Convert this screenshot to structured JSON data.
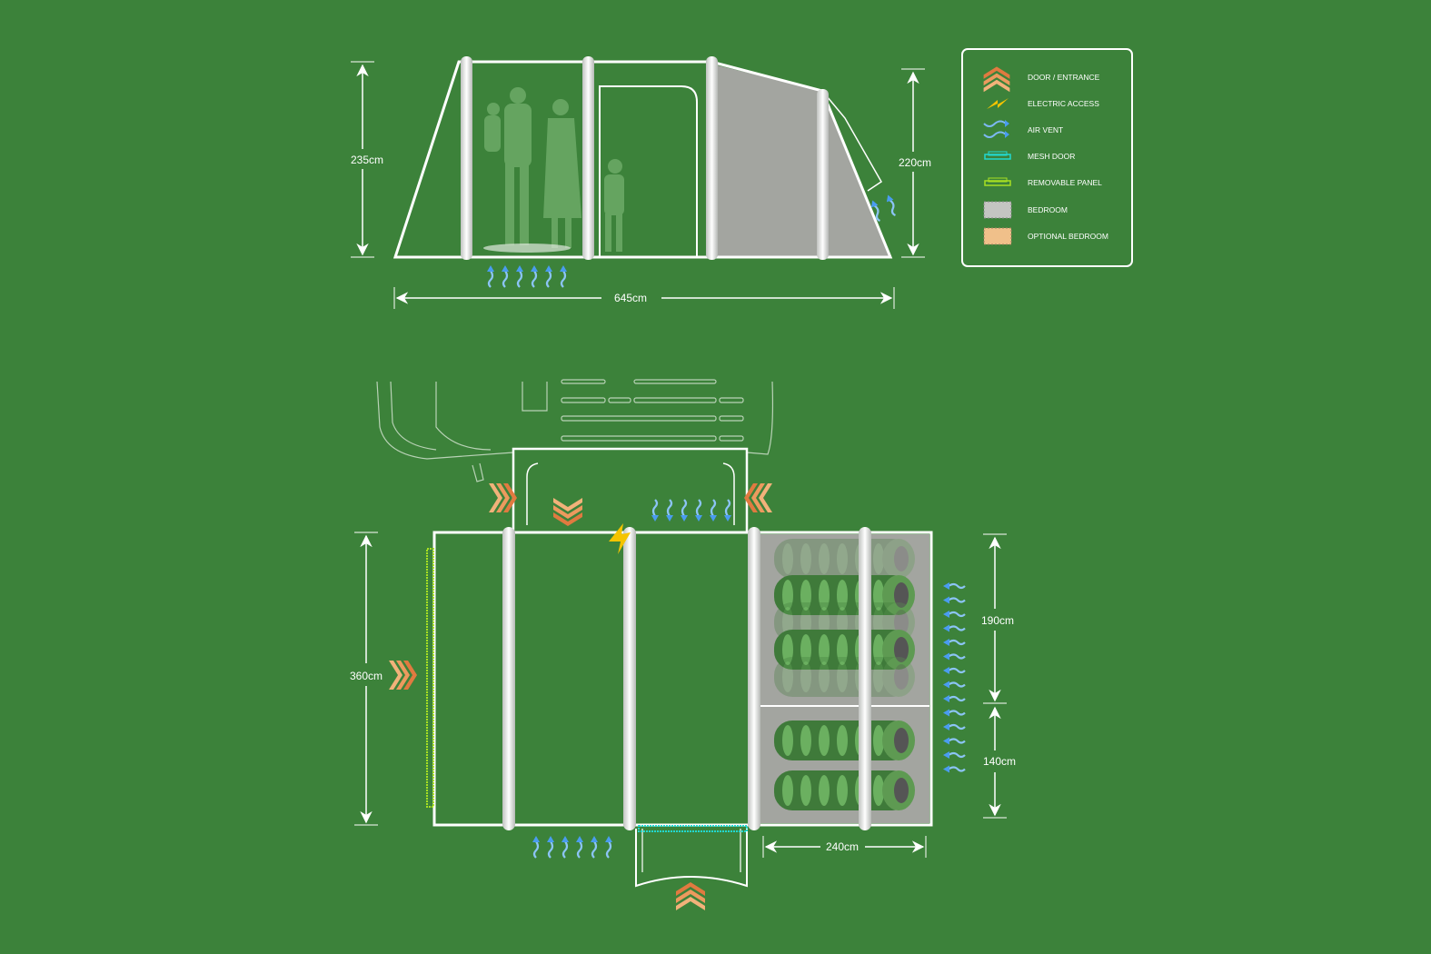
{
  "colors": {
    "background": "#3c823a",
    "line": "#ffffff",
    "door": "#e8834a",
    "electric": "#f5c400",
    "vent": "#5aa8f0",
    "mesh": "#22d8d0",
    "removable": "#a8e022",
    "bedroom": "#a3a5a0",
    "optional_bedroom": "#f0c08a"
  },
  "side_view": {
    "height_left": "235cm",
    "height_right": "220cm",
    "length": "645cm"
  },
  "floor_plan": {
    "width": "360cm",
    "bedroom_top_depth": "190cm",
    "bedroom_bottom_depth": "140cm",
    "bedroom_length": "240cm"
  },
  "legend": {
    "items": [
      {
        "icon": "door-icon",
        "label": "DOOR / ENTRANCE"
      },
      {
        "icon": "electric-icon",
        "label": "ELECTRIC ACCESS"
      },
      {
        "icon": "air-vent-icon",
        "label": "AIR VENT"
      },
      {
        "icon": "mesh-door-icon",
        "label": "MESH DOOR"
      },
      {
        "icon": "removable-panel-icon",
        "label": "REMOVABLE PANEL"
      },
      {
        "icon": "bedroom-swatch-icon",
        "label": "BEDROOM"
      },
      {
        "icon": "optional-bedroom-swatch-icon",
        "label": "OPTIONAL BEDROOM"
      }
    ]
  }
}
